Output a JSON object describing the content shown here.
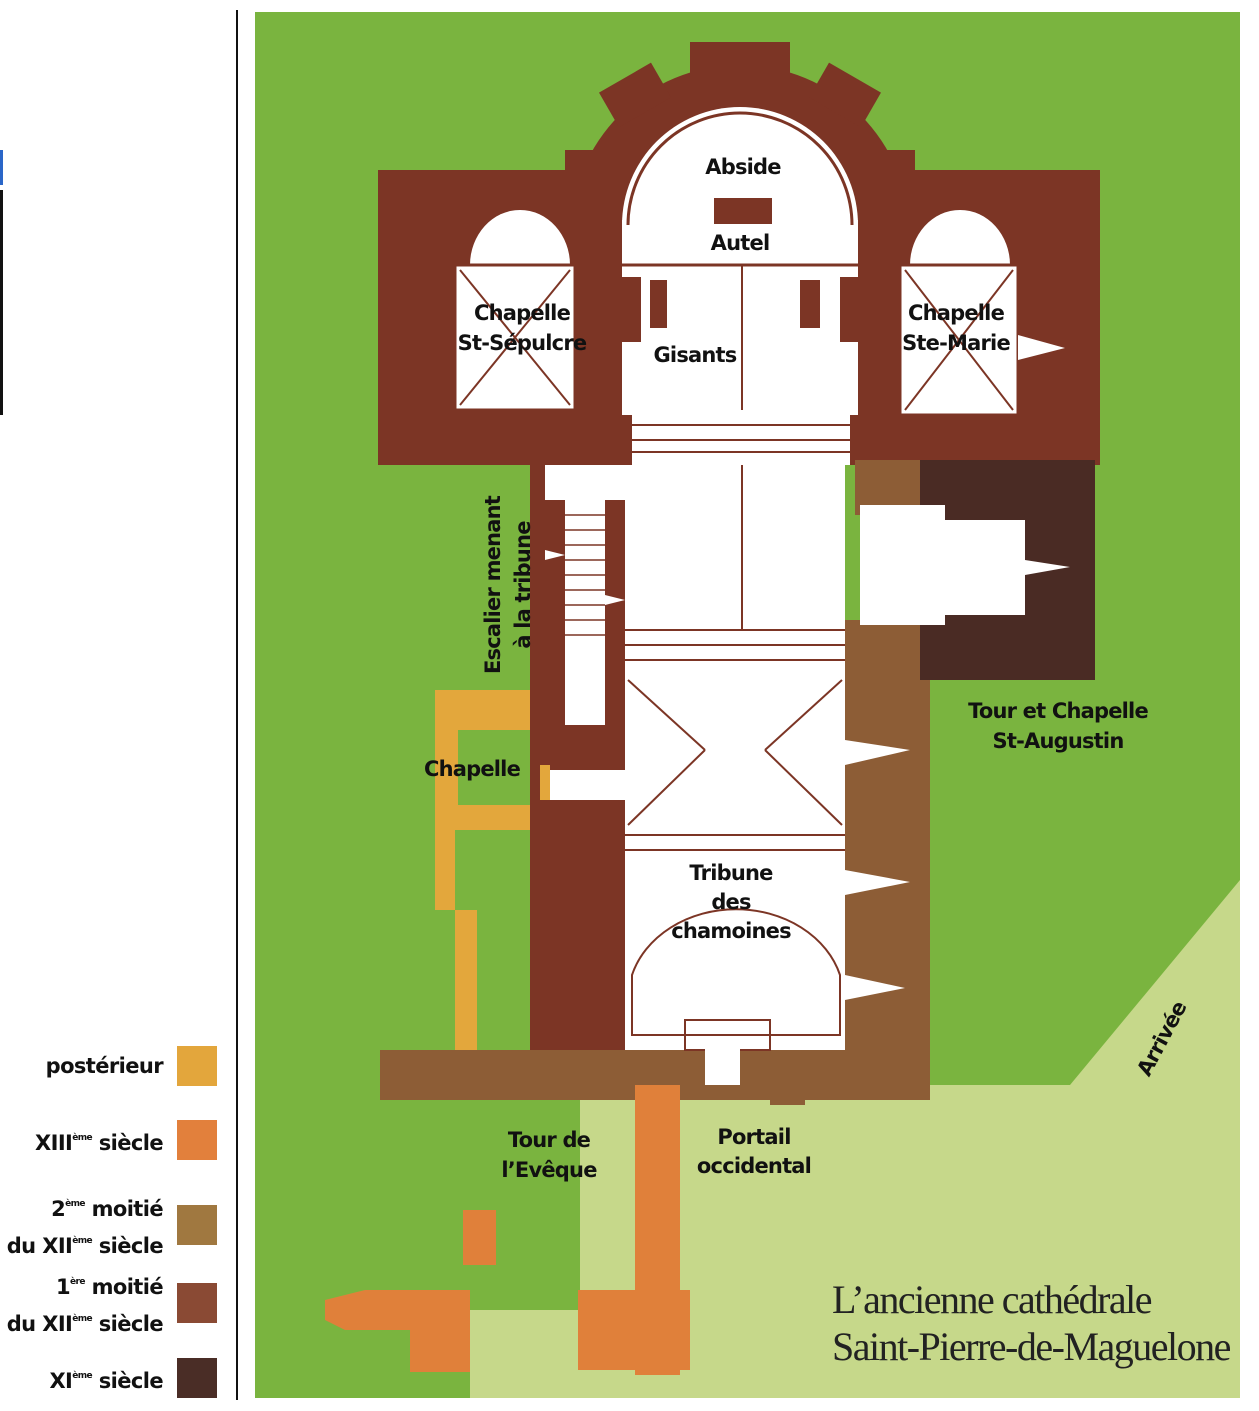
{
  "title": {
    "line1": "L’ancienne cathédrale",
    "line2": "Saint-Pierre-de-Maguelone"
  },
  "labels": {
    "abside": "Abside",
    "autel": "Autel",
    "gisants": "Gisants",
    "chapelle_sepulcre_1": "Chapelle",
    "chapelle_sepulcre_2": "St-Sépulcre",
    "chapelle_marie_1": "Chapelle",
    "chapelle_marie_2": "Ste-Marie",
    "escalier_1": "Escalier menant",
    "escalier_2": "à la tribune",
    "chapelle": "Chapelle",
    "tour_augustin_1": "Tour et Chapelle",
    "tour_augustin_2": "St-Augustin",
    "tribune_1": "Tribune",
    "tribune_2": "des",
    "tribune_3": "chamoines",
    "arrivee": "Arrivée",
    "tour_eveque_1": "Tour de",
    "tour_eveque_2": "l’Evêque",
    "portail_1": "Portail",
    "portail_2": "occidental"
  },
  "legend": [
    {
      "line1": "postérieur",
      "color": "#e3a63c"
    },
    {
      "num": "XIII",
      "sup": "ème",
      "rest": " siècle",
      "color": "#e2803c"
    },
    {
      "pre": "2",
      "sup1": "ème",
      "mid": " moitié",
      "num": "du XII",
      "sup": "ème",
      "rest": " siècle",
      "color": "#a07840"
    },
    {
      "pre": "1",
      "sup1": "ère",
      "mid": " moitié",
      "num": "du XII",
      "sup": "ème",
      "rest": " siècle",
      "color": "#8a4a34"
    },
    {
      "num": "XI",
      "sup": "ème",
      "rest": " siècle",
      "color": "#4a2d26"
    }
  ],
  "colors": {
    "grass": "#7ab43f",
    "grass_light": "#c6d88a",
    "wall_xii_1": "#7c3525",
    "wall_xii_2": "#8d5d36",
    "wall_xi": "#4a2b24",
    "xiii": "#e0803a",
    "posterieur": "#e3a73c"
  }
}
